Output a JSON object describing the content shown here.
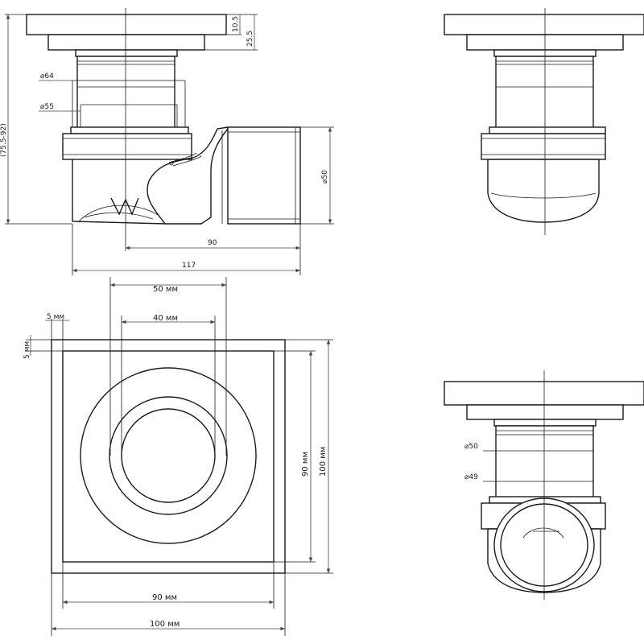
{
  "side_view": {
    "dim_flange": "10.5",
    "dim_top": "25.5",
    "dim_height": "(75.5-92)",
    "dim_d64": "⌀64",
    "dim_d55": "⌀55",
    "dim_outlet": "⌀50",
    "dim_axis_to_outlet": "90",
    "dim_length": "117"
  },
  "top_view": {
    "dim_outer_circle": "50 мм",
    "dim_inner_circle": "40 мм",
    "dim_rim_x": "5 мм",
    "dim_rim_y": "5 мм",
    "dim_inner_height": "90 мм",
    "dim_outer_height": "100 мм",
    "dim_inner_width": "90 мм",
    "dim_outer_width": "100 мм"
  },
  "back_view": {
    "dim_d50": "⌀50",
    "dim_d49": "⌀49"
  }
}
